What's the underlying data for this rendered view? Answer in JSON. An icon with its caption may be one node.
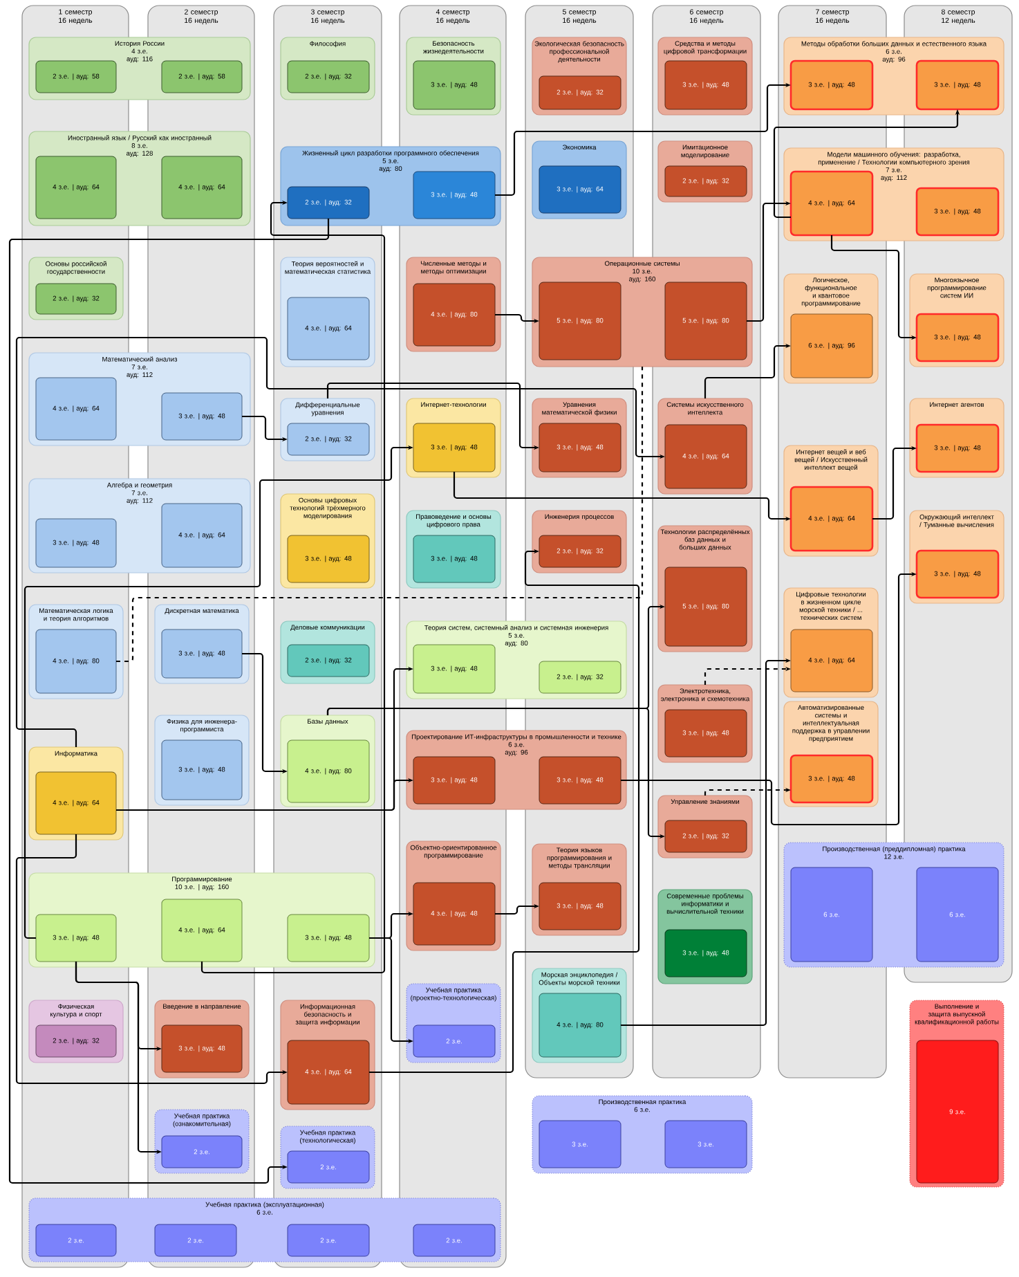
{
  "diagram": {
    "nodes": [
      {
        "text": [
          "1 семестр",
          "16 недель"
        ]
      },
      {
        "text": [
          "2 семестр",
          "16 недель"
        ]
      },
      {
        "text": [
          "3 семестр",
          "16 недель"
        ]
      },
      {
        "text": [
          "4 семестр",
          "16 недель"
        ]
      },
      {
        "text": [
          "5 семестр",
          "16 недель"
        ]
      },
      {
        "text": [
          "6 семестр",
          "16 недель"
        ]
      },
      {
        "text": [
          "7 семестр",
          "16 недель"
        ]
      },
      {
        "text": [
          "8 семестр",
          "12 недель"
        ]
      },
      {
        "text": [
          "История России",
          "4 з.е.",
          "ауд: 116"
        ]
      },
      {
        "text": [
          "2 з.е. | ауд: 58"
        ]
      },
      {
        "text": [
          "2 з.е. | ауд: 58"
        ]
      },
      {
        "text": [
          "Иностранный язык / Русский как иностранный",
          "8 з.е.",
          "ауд: 128"
        ]
      },
      {
        "text": [
          "4 з.е. | ауд: 64"
        ]
      },
      {
        "text": [
          "4 з.е. | ауд: 64"
        ]
      },
      {
        "text": [
          "Основы российской государственности"
        ],
        "in": 0
      },
      {
        "text": [
          "2 з.е. | ауд: 32"
        ],
        "in": 14
      },
      {
        "text": [
          "Математический анализ",
          "7 з.е.",
          "ауд: 112"
        ]
      },
      {
        "text": [
          "4 з.е. | ауд: 64"
        ]
      },
      {
        "text": [
          "3 з.е. | ауд: 48"
        ]
      },
      {
        "text": [
          "Алгебра и геометрия",
          "7 з.е.",
          "ауд: 112"
        ]
      },
      {
        "text": [
          "3 з.е. | ауд: 48"
        ]
      },
      {
        "text": [
          "4 з.е. | ауд: 64"
        ]
      },
      {
        "text": [
          "Математическая логика и теория алгоритмов"
        ],
        "in": 0
      },
      {
        "text": [
          "4 з.е. | ауд: 80"
        ],
        "in": 22
      },
      {
        "text": [
          "Информатика"
        ],
        "in": 0
      },
      {
        "text": [
          "4 з.е. | ауд: 64"
        ],
        "in": 24
      },
      {
        "text": [
          "Программирование",
          "10 з.е. | ауд: 160"
        ]
      },
      {
        "text": [
          "3 з.е. | ауд: 48"
        ]
      },
      {
        "text": [
          "4 з.е. | ауд: 64"
        ]
      },
      {
        "text": [
          "3 з.е. | ауд: 48"
        ]
      },
      {
        "text": [
          "Физическая культура и спорт"
        ],
        "in": 0
      },
      {
        "text": [
          "2 з.е. | ауд: 32"
        ],
        "in": 30
      },
      {
        "text": [
          "Учебная практика (эксплуатационная)",
          "6 з.е."
        ]
      },
      {
        "text": [
          "2 з.е."
        ]
      },
      {
        "text": [
          "2 з.е."
        ]
      },
      {
        "text": [
          "2 з.е."
        ]
      },
      {
        "text": [
          "2 з.е."
        ]
      },
      {
        "text": [
          "Дискретная математика"
        ],
        "in": 1
      },
      {
        "text": [
          "3 з.е. | ауд: 48"
        ],
        "in": 37
      },
      {
        "text": [
          "Физика для инженера-программиста"
        ],
        "in": 1
      },
      {
        "text": [
          "3 з.е. | ауд: 48"
        ],
        "in": 39
      },
      {
        "text": [
          "Введение в направление"
        ],
        "in": 1
      },
      {
        "text": [
          "3 з.е. | ауд: 48"
        ],
        "in": 41
      },
      {
        "text": [
          "Учебная практика (ознакомительная)"
        ],
        "in": 1
      },
      {
        "text": [
          "2 з.е."
        ],
        "in": 43
      },
      {
        "text": [
          "Философия"
        ],
        "in": 2
      },
      {
        "text": [
          "2 з.е. | ауд: 32"
        ],
        "in": 45
      },
      {
        "text": [
          "Жизненный цикл разработки программного обеспечения",
          "5 з.е.",
          "ауд: 80"
        ]
      },
      {
        "text": [
          "2 з.е. | ауд: 32"
        ]
      },
      {
        "text": [
          "3 з.е. | ауд: 48"
        ]
      },
      {
        "text": [
          "Теория вероятностей и математическая статистика"
        ],
        "in": 2
      },
      {
        "text": [
          "4 з.е. | ауд: 64"
        ],
        "in": 50
      },
      {
        "text": [
          "Дифференциальные уравнения"
        ],
        "in": 2
      },
      {
        "text": [
          "2 з.е. | ауд: 32"
        ],
        "in": 52
      },
      {
        "text": [
          "Основы цифровых технологий трёхмерного моделирования"
        ],
        "in": 2
      },
      {
        "text": [
          "3 з.е. | ауд: 48"
        ],
        "in": 54
      },
      {
        "text": [
          "Деловые коммуникации"
        ],
        "in": 2
      },
      {
        "text": [
          "2 з.е. | ауд: 32"
        ],
        "in": 56
      },
      {
        "text": [
          "Базы данных"
        ],
        "in": 2
      },
      {
        "text": [
          "4 з.е. | ауд: 80"
        ],
        "in": 58
      },
      {
        "text": [
          "Информационная безопасность и защита информации"
        ],
        "in": 2
      },
      {
        "text": [
          "4 з.е. | ауд: 64"
        ],
        "in": 60
      },
      {
        "text": [
          "Учебная практика (технологическая)"
        ],
        "in": 2
      },
      {
        "text": [
          "2 з.е."
        ],
        "in": 62
      },
      {
        "text": [
          "Безопасность жизнедеятельности"
        ],
        "in": 3
      },
      {
        "text": [
          "3 з.е. | ауд: 48"
        ],
        "in": 64
      },
      {
        "text": [
          "Численные методы и методы оптимизации"
        ],
        "in": 3
      },
      {
        "text": [
          "4 з.е. | ауд: 80"
        ],
        "in": 66
      },
      {
        "text": [
          "Интернет-технологии"
        ],
        "in": 3
      },
      {
        "text": [
          "3 з.е. | ауд: 48"
        ],
        "in": 68
      },
      {
        "text": [
          "Правоведение и основы цифрового права"
        ],
        "in": 3
      },
      {
        "text": [
          "3 з.е. | ауд: 48"
        ],
        "in": 70
      },
      {
        "text": [
          "Теория систем, системный анализ и системная инженерия",
          "5 з.е.",
          "ауд: 80"
        ]
      },
      {
        "text": [
          "3 з.е. | ауд: 48"
        ]
      },
      {
        "text": [
          "2 з.е. | ауд: 32"
        ]
      },
      {
        "text": [
          "Проектирование ИТ-инфраструктуры в промышленности и технике",
          "6 з.е.",
          "ауд: 96"
        ]
      },
      {
        "text": [
          "3 з.е. | ауд: 48"
        ]
      },
      {
        "text": [
          "3 з.е. | ауд: 48"
        ]
      },
      {
        "text": [
          "Объектно-ориентированное программирование"
        ],
        "in": 3
      },
      {
        "text": [
          "4 з.е. | ауд: 48"
        ],
        "in": 78
      },
      {
        "text": [
          "Учебная практика (проектно-технологическая)"
        ],
        "in": 3
      },
      {
        "text": [
          "2 з.е."
        ],
        "in": 80
      },
      {
        "text": [
          "Экологическая безопасность профессиональной деятельности"
        ],
        "in": 4
      },
      {
        "text": [
          "2 з.е. | ауд: 32"
        ],
        "in": 82
      },
      {
        "text": [
          "Экономика"
        ],
        "in": 4
      },
      {
        "text": [
          "3 з.е. | ауд: 64"
        ],
        "in": 84
      },
      {
        "text": [
          "Операционные системы",
          "10 з.е.",
          "ауд: 160"
        ]
      },
      {
        "text": [
          "5 з.е. | ауд: 80"
        ]
      },
      {
        "text": [
          "5 з.е. | ауд: 80"
        ]
      },
      {
        "text": [
          "Уравнения математической физики"
        ],
        "in": 4
      },
      {
        "text": [
          "3 з.е. | ауд: 48"
        ],
        "in": 89
      },
      {
        "text": [
          "Инженерия процессов"
        ],
        "in": 4
      },
      {
        "text": [
          "2 з.е. | ауд: 32"
        ],
        "in": 91
      },
      {
        "text": [
          "Теория языков программирования и методы трансляции"
        ],
        "in": 4
      },
      {
        "text": [
          "3 з.е. | ауд: 48"
        ],
        "in": 93
      },
      {
        "text": [
          "Морская энциклопедия / Объекты морской техники"
        ],
        "in": 4
      },
      {
        "text": [
          "4 з.е. | ауд: 80"
        ],
        "in": 95
      },
      {
        "text": [
          "Производственная практика",
          "6 з.е."
        ]
      },
      {
        "text": [
          "3 з.е."
        ],
        "in": 97
      },
      {
        "text": [
          "3 з.е."
        ],
        "in": 97
      },
      {
        "text": [
          "Средства и методы цифровой трансформации"
        ],
        "in": 5
      },
      {
        "text": [
          "3 з.е. | ауд: 48"
        ],
        "in": 100
      },
      {
        "text": [
          "Имитационное моделирование"
        ],
        "in": 5
      },
      {
        "text": [
          "2 з.е. | ауд: 32"
        ],
        "in": 102
      },
      {
        "text": [
          "Системы искусственного интеллекта"
        ],
        "in": 5
      },
      {
        "text": [
          "4 з.е. | ауд: 64"
        ],
        "in": 104
      },
      {
        "text": [
          "Технологии распределённых баз данных и больших данных"
        ],
        "in": 5
      },
      {
        "text": [
          "5 з.е. | ауд: 80"
        ],
        "in": 106
      },
      {
        "text": [
          "Электротехника, электроника и схемотехника"
        ],
        "in": 5
      },
      {
        "text": [
          "3 з.е. | ауд: 48"
        ],
        "in": 108
      },
      {
        "text": [
          "Управление знаниями"
        ],
        "in": 5
      },
      {
        "text": [
          "2 з.е. | ауд: 32"
        ],
        "in": 110
      },
      {
        "text": [
          "Современные проблемы информатики и вычислительной техники"
        ],
        "in": 5
      },
      {
        "text": [
          "3 з.е. | ауд: 48"
        ],
        "in": 112
      },
      {
        "text": [
          "Методы обработки больших данных и естественного языка",
          "6 з.е.",
          "ауд: 96"
        ]
      },
      {
        "text": [
          "3 з.е. | ауд: 48"
        ]
      },
      {
        "text": [
          "3 з.е. | ауд: 48"
        ]
      },
      {
        "text": [
          "Модели машинного обучения: разработка, применение / Технологии компьютерного зрения",
          "7 з.е.",
          "ауд: 112"
        ]
      },
      {
        "text": [
          "4 з.е. | ауд: 64"
        ]
      },
      {
        "text": [
          "3 з.е. | ауд: 48"
        ]
      },
      {
        "text": [
          "Логическое, функциональное и квантовое программирование"
        ],
        "in": 6
      },
      {
        "text": [
          "6 з.е. | ауд: 96"
        ],
        "in": 120
      },
      {
        "text": [
          "Интернет вещей и веб вещей / Искусственный интеллект вещей"
        ],
        "in": 6
      },
      {
        "text": [
          "4 з.е. | ауд: 64"
        ],
        "in": 122
      },
      {
        "text": [
          "Цифровые технологии в жизненном цикле морской техники / ... технических систем"
        ],
        "in": 6
      },
      {
        "text": [
          "4 з.е. | ауд: 64"
        ],
        "in": 124
      },
      {
        "text": [
          "Автоматизированные системы и интеллектуальная поддержка в управлении предприятием"
        ],
        "in": 6
      },
      {
        "text": [
          "3 з.е. | ауд: 48"
        ],
        "in": 126
      },
      {
        "text": [
          "Производственная (преддипломная) практика",
          "12 з.е."
        ]
      },
      {
        "text": [
          "6 з.е."
        ]
      },
      {
        "text": [
          "6 з.е."
        ]
      },
      {
        "text": [
          "Многоязычное программирование систем ИИ"
        ],
        "in": 7
      },
      {
        "text": [
          "3 з.е. | ауд: 48"
        ],
        "in": 131
      },
      {
        "text": [
          "Интернет агентов"
        ],
        "in": 7
      },
      {
        "text": [
          "3 з.е. | ауд: 48"
        ],
        "in": 133
      },
      {
        "text": [
          "Окружающий интеллект / Туманные вычисления"
        ],
        "in": 7
      },
      {
        "text": [
          "3 з.е. | ауд: 48"
        ],
        "in": 135
      },
      {
        "text": [
          "Выполнение и защита выпускной квалификационной работы"
        ]
      },
      {
        "text": [
          "9 з.е."
        ],
        "in": 137
      }
    ],
    "edges": [
      {
        "from": 28,
        "to": 48,
        "arrow": "to"
      },
      {
        "from": 48,
        "to": 63,
        "arrow": "to"
      },
      {
        "from": 18,
        "to": 53,
        "arrow": "to"
      },
      {
        "from": 27,
        "to": 69,
        "arrow": "to"
      },
      {
        "from": 38,
        "to": 59,
        "arrow": "to"
      },
      {
        "from": 25,
        "to": 73,
        "arrow": "to"
      },
      {
        "from": 25,
        "to": 76,
        "arrow": "to"
      },
      {
        "from": 29,
        "to": 79,
        "arrow": "to"
      },
      {
        "from": 29,
        "to": 81,
        "arrow": "to"
      },
      {
        "from": 27,
        "to": 42,
        "arrow": "to"
      },
      {
        "from": 27,
        "to": 44,
        "arrow": "to"
      },
      {
        "from": 25,
        "to": 61,
        "arrow": "to"
      },
      {
        "from": 49,
        "to": 115,
        "arrow": "to"
      },
      {
        "from": 118,
        "to": 116,
        "arrow": "to"
      },
      {
        "from": 88,
        "to": 118,
        "arrow": "to"
      },
      {
        "from": 104,
        "to": 121,
        "arrow": "to"
      },
      {
        "from": 118,
        "to": 132,
        "arrow": "to"
      },
      {
        "from": 123,
        "to": 134,
        "arrow": "to"
      },
      {
        "from": 77,
        "to": 136,
        "arrow": "to"
      },
      {
        "from": 69,
        "to": 123,
        "arrow": "to"
      },
      {
        "from": 96,
        "to": 125,
        "arrow": "to"
      },
      {
        "from": 108,
        "to": 125,
        "arrow": "to",
        "style": "dashed"
      },
      {
        "from": 110,
        "to": 127,
        "arrow": "to",
        "style": "dashed"
      },
      {
        "from": 58,
        "to": 111,
        "arrow": "to"
      },
      {
        "from": 58,
        "to": 107,
        "arrow": "to"
      },
      {
        "from": 24,
        "to": 105,
        "arrow": "to"
      },
      {
        "from": 52,
        "to": 90,
        "arrow": "to"
      },
      {
        "from": 67,
        "to": 87,
        "arrow": "to"
      },
      {
        "from": 61,
        "to": 92,
        "arrow": "to"
      },
      {
        "from": 79,
        "to": 94,
        "arrow": "to"
      },
      {
        "from": 23,
        "to": 86,
        "arrow": "none",
        "style": "dashed"
      }
    ]
  }
}
